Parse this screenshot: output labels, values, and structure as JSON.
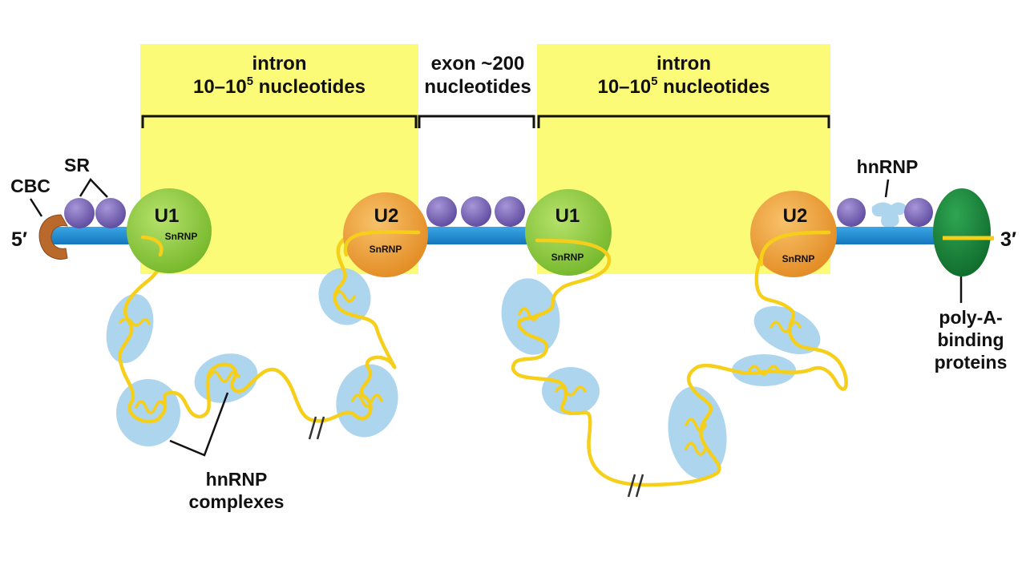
{
  "labels": {
    "intron1": {
      "line1": "intron",
      "line2_base": "10–10",
      "line2_exp": "5",
      "line2_tail": " nucleotides"
    },
    "exon": {
      "line1": "exon ~200",
      "line2": "nucleotides"
    },
    "intron2": {
      "line1": "intron",
      "line2_base": "10–10",
      "line2_exp": "5",
      "line2_tail": " nucleotides"
    },
    "five_prime": "5′",
    "three_prime": "3′",
    "cbc": "CBC",
    "sr": "SR",
    "hnrnp_top": "hnRNP",
    "hnrnp_complexes": {
      "line1": "hnRNP",
      "line2": "complexes"
    },
    "polya": {
      "line1": "poly-A-",
      "line2": "binding",
      "line3": "proteins"
    }
  },
  "snrnps": [
    {
      "name": "U1",
      "sub": "SnRNP"
    },
    {
      "name": "U2",
      "sub": "SnRNP"
    },
    {
      "name": "U1",
      "sub": "SnRNP"
    },
    {
      "name": "U2",
      "sub": "SnRNP"
    }
  ],
  "colors": {
    "intron_box": "#fbfb78",
    "exon_bar": "#1e8fd6",
    "rna_strand": "#f5cf1a",
    "sr_protein": "#7b67b8",
    "u1": "#8ccc3c",
    "u2": "#f1a23a",
    "hnrnp_blob": "#a9d3ee",
    "polya_protein": "#17823a",
    "cbc": "#b8692b"
  }
}
